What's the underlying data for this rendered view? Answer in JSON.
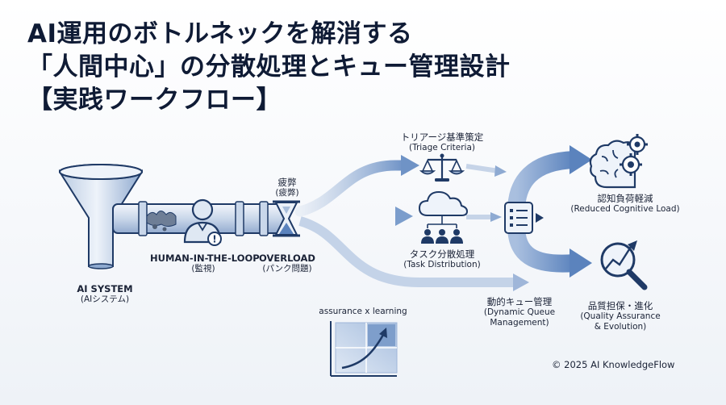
{
  "title": {
    "line1": "AI運用のボトルネックを解消する",
    "line2": "「人間中心」の分散処理とキュー管理設計",
    "line3": "【実践ワークフロー】"
  },
  "nodes": {
    "ai_system": {
      "main": "AI SYSTEM",
      "sub": "(AIシステム)"
    },
    "hitl": {
      "main": "HUMAN-IN-THE-LOOP",
      "sub": "(監視)"
    },
    "fatigue": {
      "main": "疲弊",
      "sub": "(疲弊)"
    },
    "overload": {
      "main": "OVERLOAD",
      "sub": "(パンク問題)"
    },
    "triage": {
      "main": "トリアージ基準策定",
      "sub": "(Triage Criteria)"
    },
    "task_distribution": {
      "main": "タスク分散処理",
      "sub": "(Task Distribution)"
    },
    "dynamic_queue": {
      "main": "動的キュー管理",
      "sub1": "(Dynamic Queue",
      "sub2": "Management)"
    },
    "reduced_load": {
      "main": "認知負荷軽減",
      "sub": "(Reduced Cognitive Load)"
    },
    "quality": {
      "main": "品質担保・進化",
      "sub1": "(Quality Assurance",
      "sub2": "& Evolution)"
    },
    "chart_label": "assurance x learning"
  },
  "copyright": "© 2025 AI KnowledgeFlow",
  "colors": {
    "navy": "#1f3a66",
    "steel": "#5b7fb3",
    "light_steel": "#a9bedb",
    "pale": "#dde6f2"
  },
  "icons": [
    "funnel-icon",
    "person-icon",
    "hourglass-icon",
    "scales-icon",
    "cloud-network-icon",
    "queue-list-icon",
    "brain-gears-icon",
    "magnifier-chart-icon"
  ]
}
